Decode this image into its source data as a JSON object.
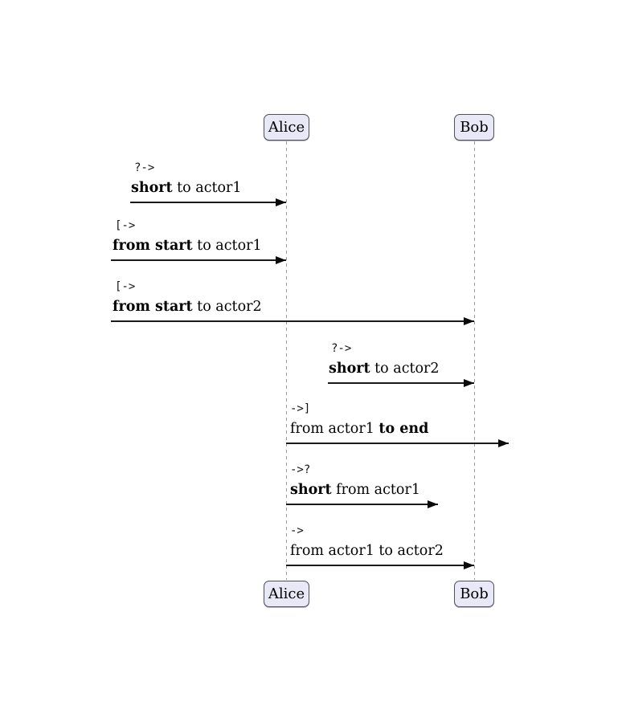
{
  "diagram": {
    "type": "sequence-diagram",
    "actors": [
      {
        "name": "Alice"
      },
      {
        "name": "Bob"
      }
    ],
    "messages": [
      {
        "prefix": "?->",
        "part1": "short",
        "part2": " to actor1"
      },
      {
        "prefix": "[->",
        "part1": "from start",
        "part2": " to actor1"
      },
      {
        "prefix": "[->",
        "part1": "from start",
        "part2": " to actor2"
      },
      {
        "prefix": "?->",
        "part1": "short",
        "part2": " to actor2"
      },
      {
        "prefix": "->]",
        "part1": "from actor1 ",
        "part2": "to end"
      },
      {
        "prefix": "->?",
        "part1": "short",
        "part2": " from actor1"
      },
      {
        "prefix": "->",
        "part1": "from actor1 to actor2",
        "part2": ""
      }
    ],
    "colors": {
      "actor_fill": "#e8e8f6",
      "actor_border": "#50505c",
      "lifeline": "#9a9a9a",
      "arrow": "#1a1a1a",
      "background": "#ffffff"
    }
  }
}
